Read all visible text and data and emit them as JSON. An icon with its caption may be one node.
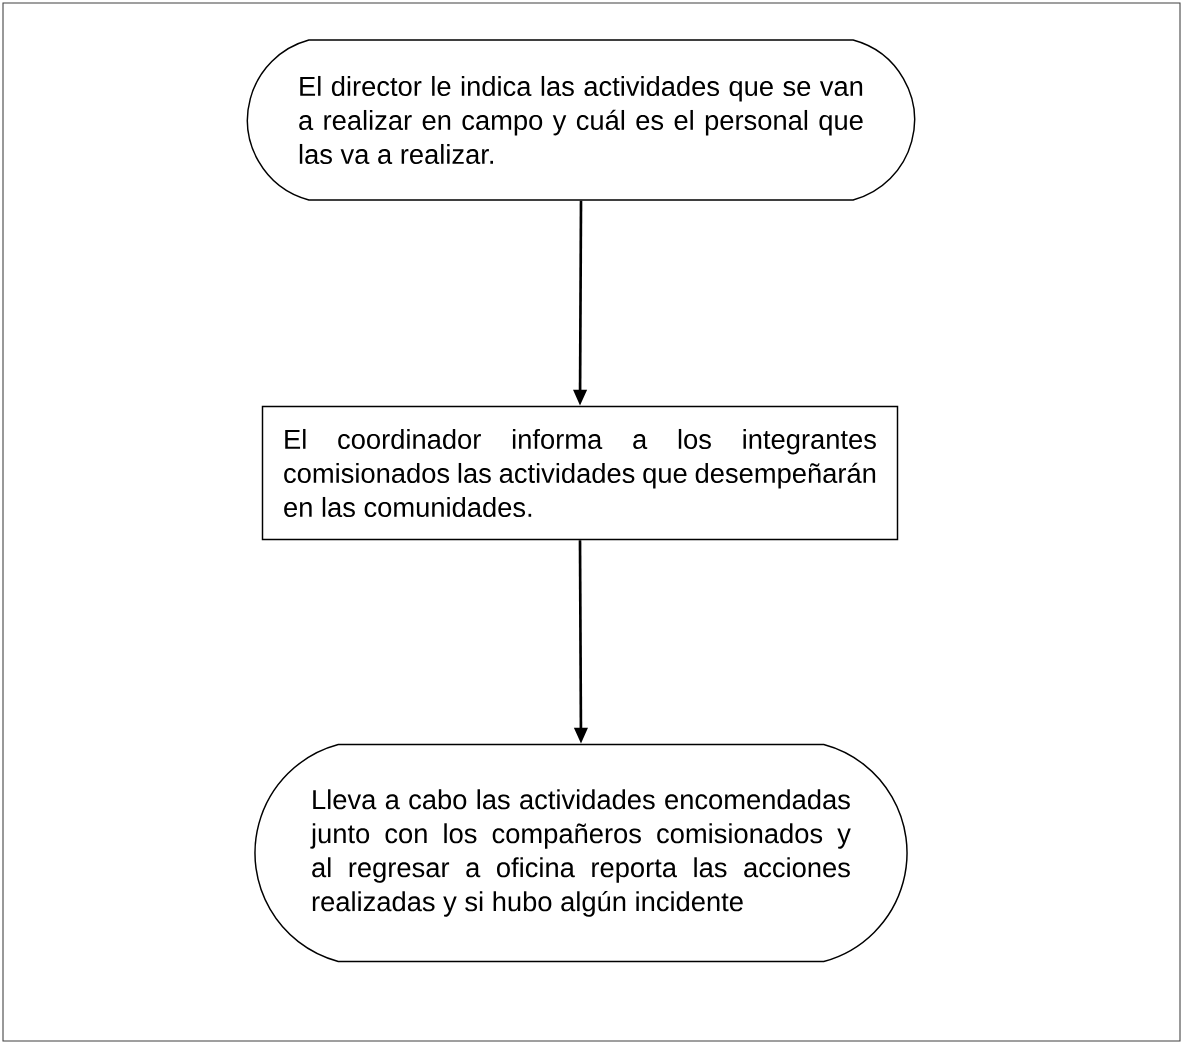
{
  "diagram": {
    "nodes": [
      {
        "text": [
          "El director le indica las actividades que se van a realizar en campo y cuál es el personal que las va a realizar."
        ]
      },
      {
        "text": [
          "El coordinador informa a los integrantes comisionados las actividades que desempeñarán en las comunidades."
        ]
      },
      {
        "text": [
          "Lleva a cabo las actividades encomendadas junto con los compañeros comisionados y al regresar a oficina reporta las acciones realizadas y si hubo algún incidente"
        ]
      }
    ],
    "edges": [
      {
        "from": 0,
        "to": 1,
        "arrow": "to"
      },
      {
        "from": 1,
        "to": 2,
        "arrow": "to"
      }
    ]
  }
}
